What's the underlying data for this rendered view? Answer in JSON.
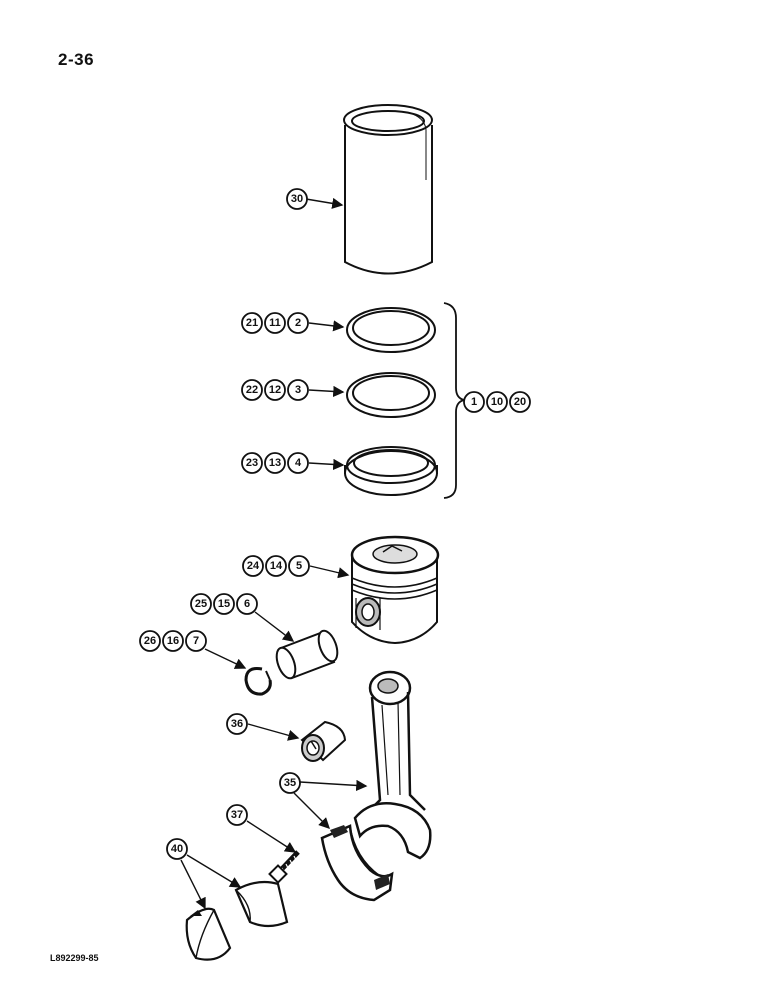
{
  "page": {
    "page_number": "2-36",
    "figure_code": "L892299-85"
  },
  "callouts": {
    "c30": "30",
    "c21": "21",
    "c11": "11",
    "c2": "2",
    "c22": "22",
    "c12": "12",
    "c3": "3",
    "c23": "23",
    "c13": "13",
    "c4": "4",
    "c1": "1",
    "c10": "10",
    "c20": "20",
    "c24": "24",
    "c14": "14",
    "c5": "5",
    "c25": "25",
    "c15": "15",
    "c6": "6",
    "c26": "26",
    "c16": "16",
    "c7": "7",
    "c36": "36",
    "c35": "35",
    "c37": "37",
    "c40": "40"
  },
  "parts": {
    "cylinder_sleeve": "cylinder-sleeve",
    "piston_rings": [
      "top-compression-ring",
      "second-compression-ring",
      "oil-control-ring"
    ],
    "piston": "piston",
    "piston_pin": "piston-pin",
    "snap_ring": "snap-ring",
    "bushing": "connecting-rod-bushing",
    "connecting_rod": "connecting-rod",
    "rod_bolt": "rod-bolt",
    "bearing_shells": "bearing-shells"
  }
}
